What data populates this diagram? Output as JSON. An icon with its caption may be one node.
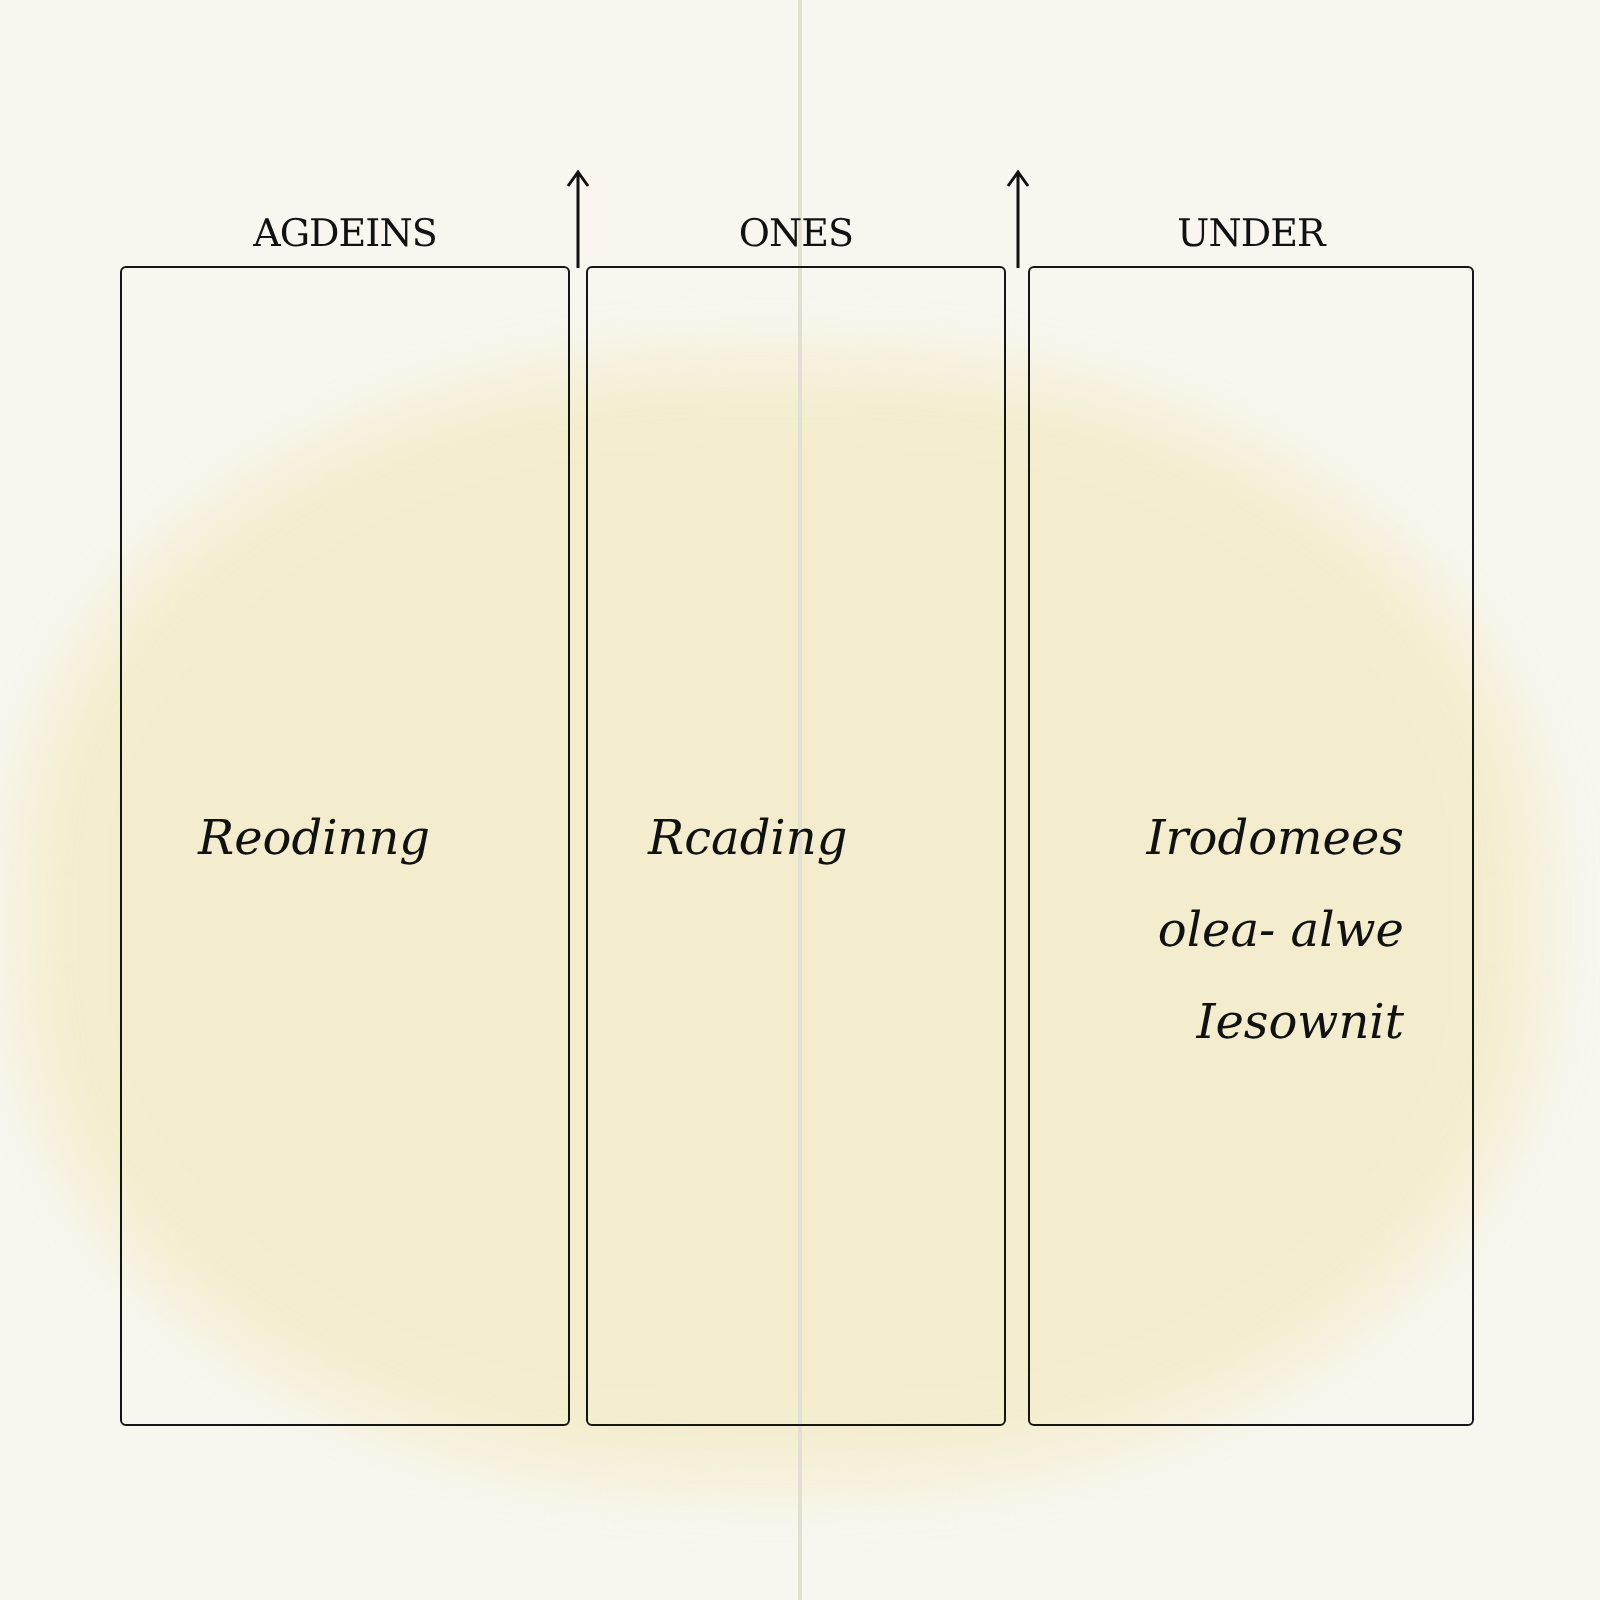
{
  "diagram": {
    "nodes": [
      {
        "text": [
          "AGDEINS",
          "Reodinng"
        ]
      },
      {
        "text": [
          "ONES",
          "Rcading"
        ]
      },
      {
        "text": [
          "UNDER",
          "Irodomees olea- alwe Iesownit"
        ]
      }
    ]
  }
}
